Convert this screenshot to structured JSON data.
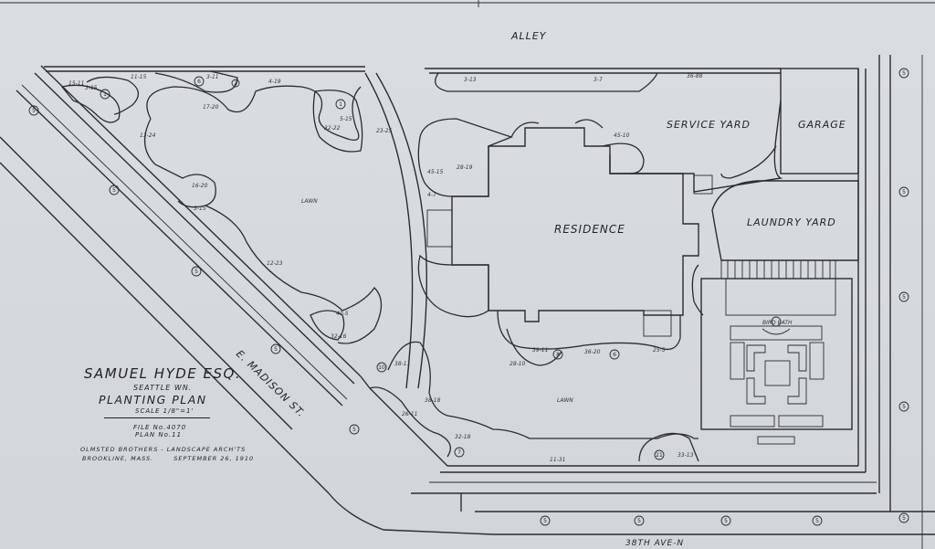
{
  "title_block": {
    "client": "SAMUEL HYDE ESQ.",
    "location": "SEATTLE WN.",
    "plan_title": "PLANTING PLAN",
    "scale": "SCALE 1/8\"=1'",
    "file_no": "FILE No.4070",
    "plan_no": "PLAN No.11",
    "firm": "OLMSTED BROTHERS - LANDSCAPE ARCH'TS",
    "firm_city": "BROOKLINE, MASS.",
    "date": "SEPTEMBER 26, 1910"
  },
  "areas": {
    "alley": "ALLEY",
    "service_yard": "SERVICE YARD",
    "garage": "GARAGE",
    "residence": "RESIDENCE",
    "laundry_yard": "LAUNDRY YARD",
    "bird_bath": "BIRD BATH",
    "lawn_west": "LAWN",
    "lawn_south": "LAWN",
    "street_west": "E. MADISON ST.",
    "street_south": "38TH AVE-N"
  },
  "tree_marker": "5",
  "planting_labels": [
    "15-11",
    "11-15",
    "3-11",
    "4-19",
    "3-15",
    "17-20",
    "5-15",
    "32-22",
    "23-25",
    "13-24",
    "16-20",
    "3-15",
    "12-23",
    "40-5",
    "32-16",
    "3-13",
    "3-7",
    "36-88",
    "45-10",
    "45-15",
    "28-19",
    "4-7",
    "38-11",
    "38-18",
    "26-11",
    "32-18",
    "11-31",
    "33-13",
    "28-10",
    "39-11",
    "36-20",
    "25-5"
  ],
  "bed_numbers": [
    "1",
    "2",
    "6",
    "1",
    "10",
    "7",
    "8",
    "6",
    "21"
  ]
}
